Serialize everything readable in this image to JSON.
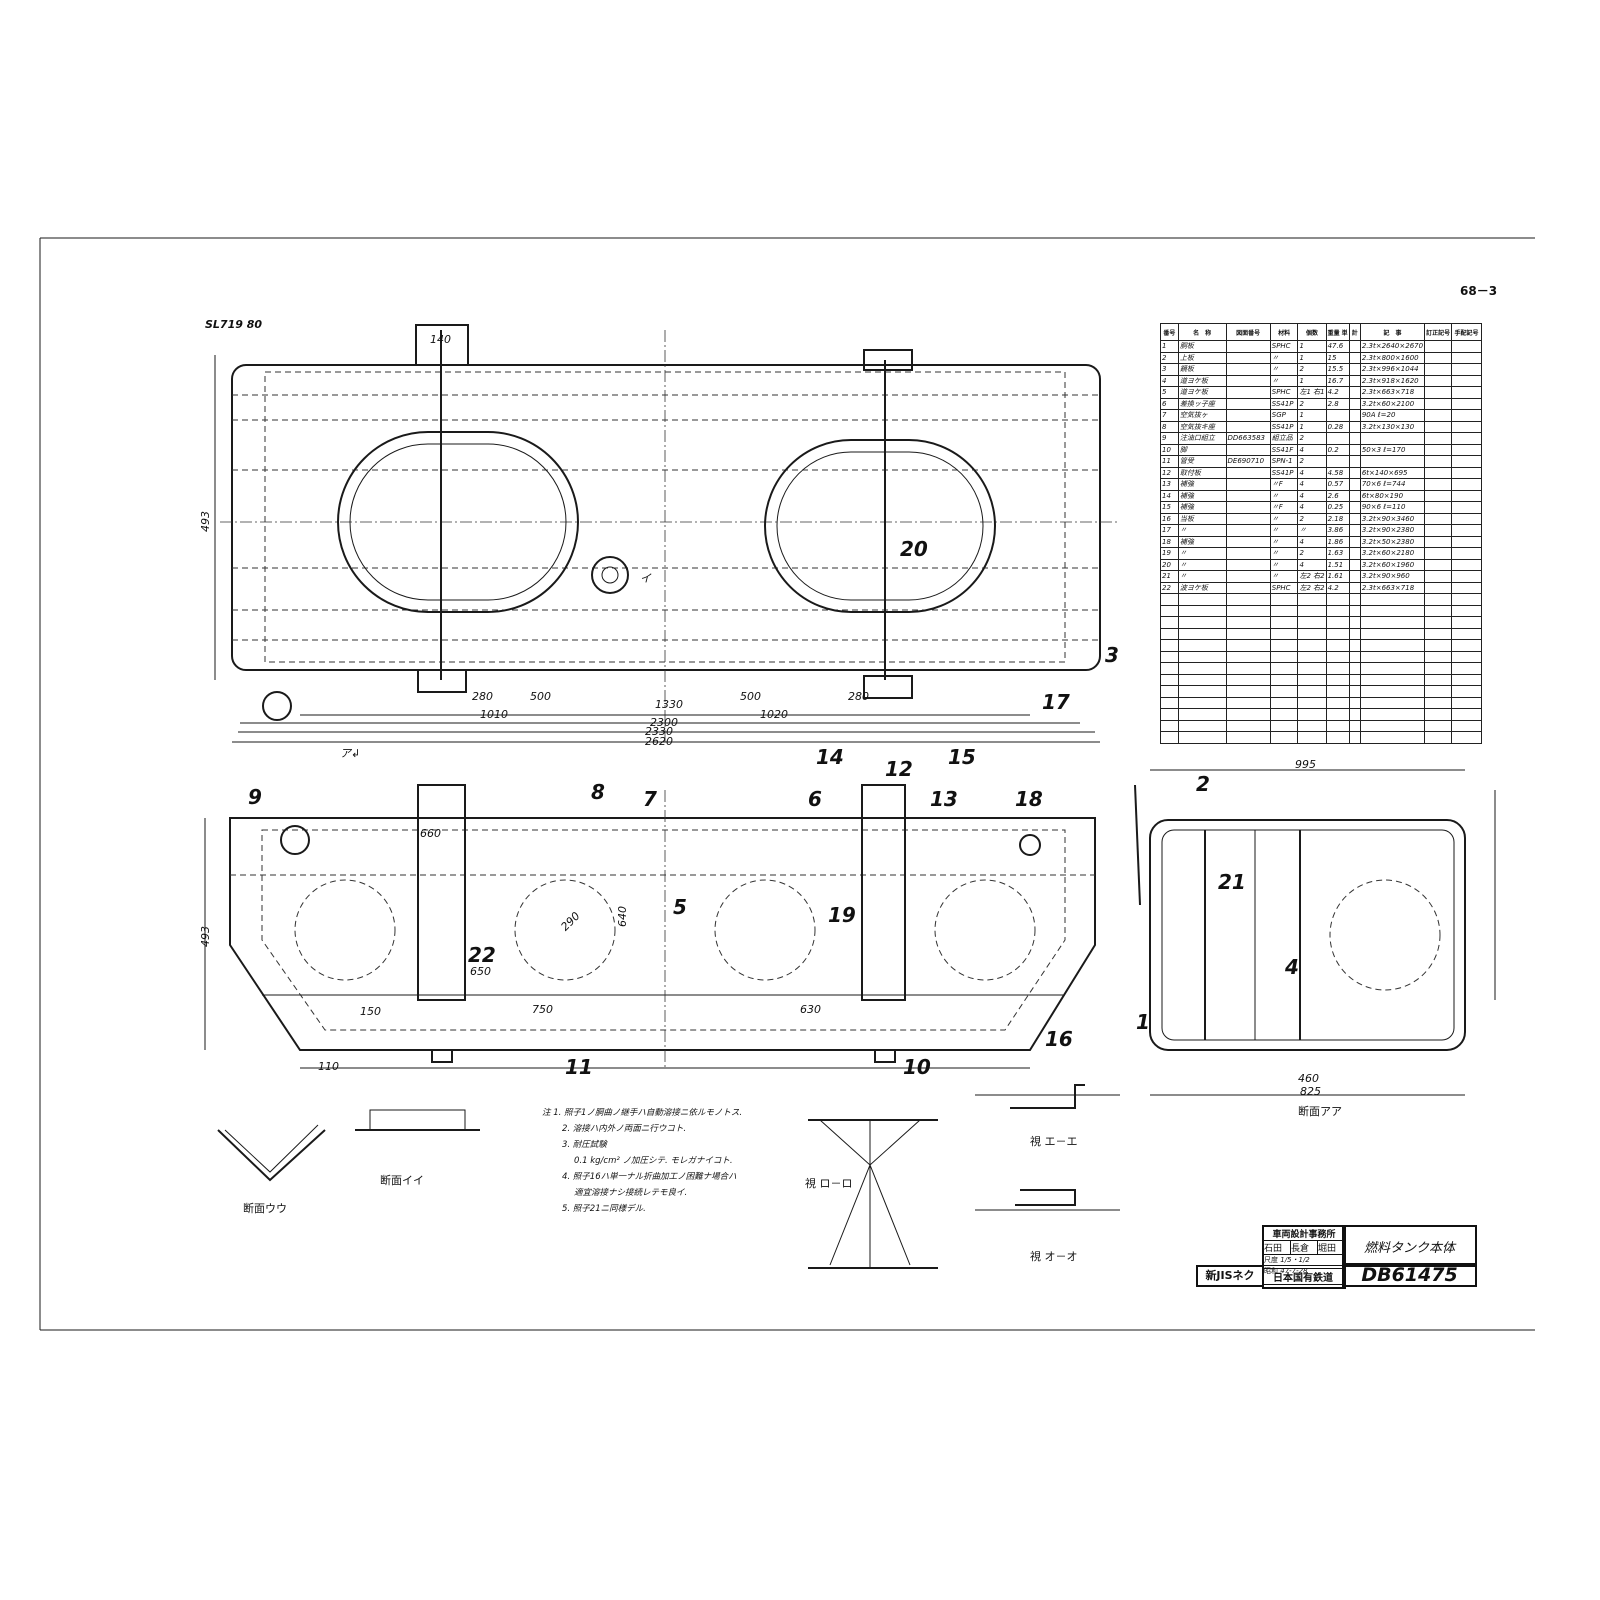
{
  "sheet": {
    "page_ref": "68－3",
    "drawing_code_top": "SL719 80"
  },
  "parts_table": {
    "headers": [
      "番号",
      "名　称",
      "図面番号",
      "材料",
      "個数",
      "重量 単",
      "計",
      "記　事",
      "訂正記号",
      "手配記号"
    ],
    "rows": [
      [
        "1",
        "胴板",
        "",
        "SPHC",
        "1",
        "47.6",
        "2.3t×2640×2670"
      ],
      [
        "2",
        "上板",
        "",
        "〃",
        "1",
        "15",
        "2.3t×800×1600"
      ],
      [
        "3",
        "鏡板",
        "",
        "〃",
        "2",
        "15.5",
        "2.3t×996×1044"
      ],
      [
        "4",
        "道ヨケ板",
        "",
        "〃",
        "1",
        "16.7",
        "2.3t×918×1620"
      ],
      [
        "5",
        "道ヨケ板",
        "",
        "SPHC",
        "左1 右1",
        "4.2",
        "2.3t×663×718"
      ],
      [
        "6",
        "差換ッ子座",
        "",
        "SS41P",
        "2",
        "2.8",
        "3.2t×60×2100"
      ],
      [
        "7",
        "空気抜ヶ",
        "",
        "SGP",
        "1",
        "",
        "90A ℓ=20"
      ],
      [
        "8",
        "空気抜キ座",
        "",
        "SS41P",
        "1",
        "0.28",
        "3.2t×130×130"
      ],
      [
        "9",
        "注油口組立",
        "DD663583",
        "組立品",
        "2",
        "",
        ""
      ],
      [
        "10",
        "脚",
        "",
        "SS41F",
        "4",
        "0.2",
        "50×3 ℓ=170"
      ],
      [
        "11",
        "管受",
        "DE690710",
        "SPN-1",
        "2",
        "",
        ""
      ],
      [
        "12",
        "取付板",
        "",
        "SS41P",
        "4",
        "4.58",
        "6t×140×695"
      ],
      [
        "13",
        "補強",
        "",
        "〃F",
        "4",
        "0.57",
        "70×6 ℓ=744"
      ],
      [
        "14",
        "補強",
        "",
        "〃",
        "4",
        "2.6",
        "6t×80×190"
      ],
      [
        "15",
        "補強",
        "",
        "〃F",
        "4",
        "0.25",
        "90×6 ℓ=110"
      ],
      [
        "16",
        "当板",
        "",
        "〃",
        "2",
        "2.18",
        "3.2t×90×3460"
      ],
      [
        "17",
        "〃",
        "",
        "〃",
        "〃",
        "3.86",
        "3.2t×90×2380"
      ],
      [
        "18",
        "補強",
        "",
        "〃",
        "4",
        "1.86",
        "3.2t×50×2380"
      ],
      [
        "19",
        "〃",
        "",
        "〃",
        "2",
        "1.63",
        "3.2t×60×2180"
      ],
      [
        "20",
        "〃",
        "",
        "〃",
        "4",
        "1.51",
        "3.2t×60×1960"
      ],
      [
        "21",
        "〃",
        "",
        "〃",
        "左2 右2",
        "1.61",
        "3.2t×90×960"
      ],
      [
        "22",
        "波ヨケ板",
        "",
        "SPHC",
        "左2 右2",
        "4.2",
        "2.3t×663×718"
      ]
    ]
  },
  "dimensions": {
    "d2620": "2620",
    "d2330": "2330",
    "d2300": "2300",
    "d1010": "1010",
    "d1020": "1020",
    "d1330": "1330",
    "d500a": "500",
    "d500b": "500",
    "d280a": "280",
    "d280b": "280",
    "d995": "995",
    "d825": "825",
    "d460": "460",
    "d493": "493",
    "d640": "640",
    "d650": "650",
    "d750": "750",
    "d630": "630",
    "d150": "150",
    "d110": "110",
    "d140": "140",
    "d660": "660",
    "d290": "290"
  },
  "balloons": [
    "1",
    "2",
    "3",
    "4",
    "5",
    "6",
    "7",
    "8",
    "9",
    "10",
    "11",
    "12",
    "13",
    "14",
    "15",
    "16",
    "17",
    "18",
    "19",
    "20",
    "21",
    "22"
  ],
  "view_labels": {
    "section_aa": "断面アア",
    "section_ii": "断面イイ",
    "section_uu": "断面ウウ",
    "view_ee": "視 エ－エ",
    "view_oo": "視 オ－オ",
    "view_roro": "視 ロ－ロ",
    "arrow_a": "ア↲",
    "arrow_i": "イ"
  },
  "notes": [
    "注 1. 照子1ノ胴曲ノ継手ハ自動溶接ニ依ルモノトス.",
    "2. 溶接ハ内外ノ両面ニ行ウコト.",
    "3. 耐圧試験",
    "0.1 kg/cm² ノ加圧シテ. モレガナイコト.",
    "4. 照子16ハ単一ナル折曲加工ノ困難ナ場合ハ",
    "適宜溶接ナシ接続レテモ良イ.",
    "5. 照子21ニ同様デル."
  ],
  "title_block": {
    "office": "車両設計事務所",
    "signers": [
      "石田",
      "長倉",
      "堀田"
    ],
    "scale_label": "尺度",
    "scale": "1/5・1/2",
    "date_label": "昭和",
    "date": "47-7-28",
    "drawing_title": "燃料タンク本体",
    "jis": "新JISネク",
    "railway": "日本国有鉄道",
    "drawing_number": "DB61475"
  }
}
